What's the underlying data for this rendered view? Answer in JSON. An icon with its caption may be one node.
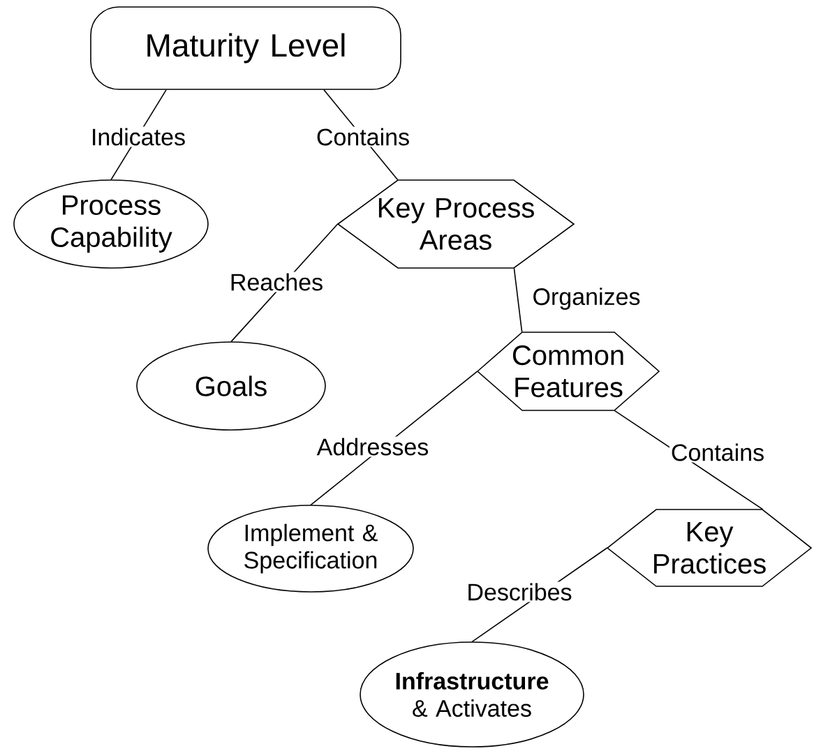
{
  "diagram": {
    "nodes": [
      {
        "text": [
          "Maturity Level"
        ]
      },
      {
        "text": [
          "Process Capability"
        ]
      },
      {
        "text": [
          "Key Process Areas"
        ]
      },
      {
        "text": [
          "Goals"
        ]
      },
      {
        "text": [
          "Common Features"
        ]
      },
      {
        "text": [
          "Implement & Specification"
        ]
      },
      {
        "text": [
          "Key Practices"
        ]
      },
      {
        "text": [
          "**Infrastructure** & Activates"
        ]
      }
    ],
    "edges": [
      {
        "from": 0,
        "to": 1,
        "arrow": "none",
        "label": "Indicates"
      },
      {
        "from": 0,
        "to": 2,
        "arrow": "none",
        "label": "Contains"
      },
      {
        "from": 2,
        "to": 3,
        "arrow": "none",
        "label": "Reaches"
      },
      {
        "from": 2,
        "to": 4,
        "arrow": "none",
        "label": "Organizes"
      },
      {
        "from": 4,
        "to": 5,
        "arrow": "none",
        "label": "Addresses"
      },
      {
        "from": 4,
        "to": 6,
        "arrow": "none",
        "label": "Contains"
      },
      {
        "from": 6,
        "to": 7,
        "arrow": "none",
        "label": "Describes"
      }
    ]
  }
}
